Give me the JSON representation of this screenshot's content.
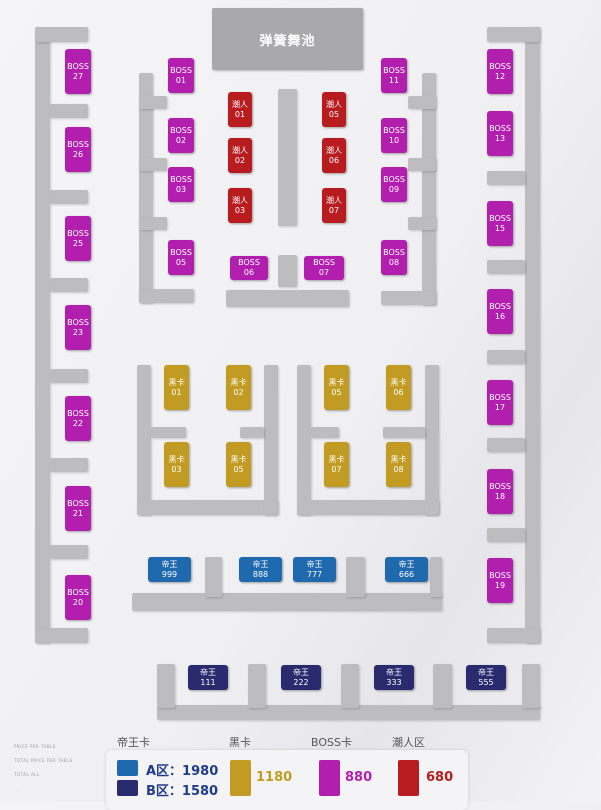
{
  "stage": {
    "label": "弹簧舞池"
  },
  "boss": [
    {
      "id": "27",
      "label": "BOSS\n27"
    },
    {
      "id": "26",
      "label": "BOSS\n26"
    },
    {
      "id": "25",
      "label": "BOSS\n25"
    },
    {
      "id": "23",
      "label": "BOSS\n23"
    },
    {
      "id": "22",
      "label": "BOSS\n22"
    },
    {
      "id": "21",
      "label": "BOSS\n21"
    },
    {
      "id": "20",
      "label": "BOSS\n20"
    },
    {
      "id": "01",
      "label": "BOSS\n01"
    },
    {
      "id": "02",
      "label": "BOSS\n02"
    },
    {
      "id": "03",
      "label": "BOSS\n03"
    },
    {
      "id": "05",
      "label": "BOSS\n05"
    },
    {
      "id": "06",
      "label": "BOSS\n06"
    },
    {
      "id": "07",
      "label": "BOSS\n07"
    },
    {
      "id": "11",
      "label": "BOSS\n11"
    },
    {
      "id": "10",
      "label": "BOSS\n10"
    },
    {
      "id": "09",
      "label": "BOSS\n09"
    },
    {
      "id": "08",
      "label": "BOSS\n08"
    },
    {
      "id": "12",
      "label": "BOSS\n12"
    },
    {
      "id": "13",
      "label": "BOSS\n13"
    },
    {
      "id": "15",
      "label": "BOSS\n15"
    },
    {
      "id": "16",
      "label": "BOSS\n16"
    },
    {
      "id": "17",
      "label": "BOSS\n17"
    },
    {
      "id": "18",
      "label": "BOSS\n18"
    },
    {
      "id": "19",
      "label": "BOSS\n19"
    }
  ],
  "trend": [
    {
      "label": "潮人\n01"
    },
    {
      "label": "潮人\n02"
    },
    {
      "label": "潮人\n03"
    },
    {
      "label": "潮人\n05"
    },
    {
      "label": "潮人\n06"
    },
    {
      "label": "潮人\n07"
    }
  ],
  "black": [
    {
      "label": "黑卡\n01"
    },
    {
      "label": "黑卡\n02"
    },
    {
      "label": "黑卡\n05"
    },
    {
      "label": "黑卡\n06"
    },
    {
      "label": "黑卡\n03"
    },
    {
      "label": "黑卡\n05"
    },
    {
      "label": "黑卡\n07"
    },
    {
      "label": "黑卡\n08"
    }
  ],
  "kingA": [
    {
      "label": "帝王\n999"
    },
    {
      "label": "帝王\n888"
    },
    {
      "label": "帝王\n777"
    },
    {
      "label": "帝王\n666"
    }
  ],
  "kingB": [
    {
      "label": "帝王\n111"
    },
    {
      "label": "帝王\n222"
    },
    {
      "label": "帝王\n333"
    },
    {
      "label": "帝王\n555"
    }
  ],
  "legend": {
    "king_title": "帝王卡",
    "black_title": "黑卡",
    "boss_title": "BOSS卡",
    "trend_title": "潮人区",
    "a_zone": "A区：1980",
    "b_zone": "B区：1580",
    "black_price": "1180",
    "boss_price": "880",
    "trend_price": "680",
    "fine_1": "PRICE PER TABLE",
    "fine_2": "TOTAL PRICE PER TABLE",
    "fine_3": "TOTAL ALL",
    "fine_4": "...",
    "colors": {
      "boss": "#b21fae",
      "trend": "#b81c1e",
      "black": "#c19b22",
      "kingA": "#1f69ae",
      "kingB": "#2a2a6e",
      "black_text": "#c19b22",
      "boss_text": "#b21fae",
      "trend_text": "#b81c1e",
      "zone_text": "#1f3c8c"
    }
  }
}
